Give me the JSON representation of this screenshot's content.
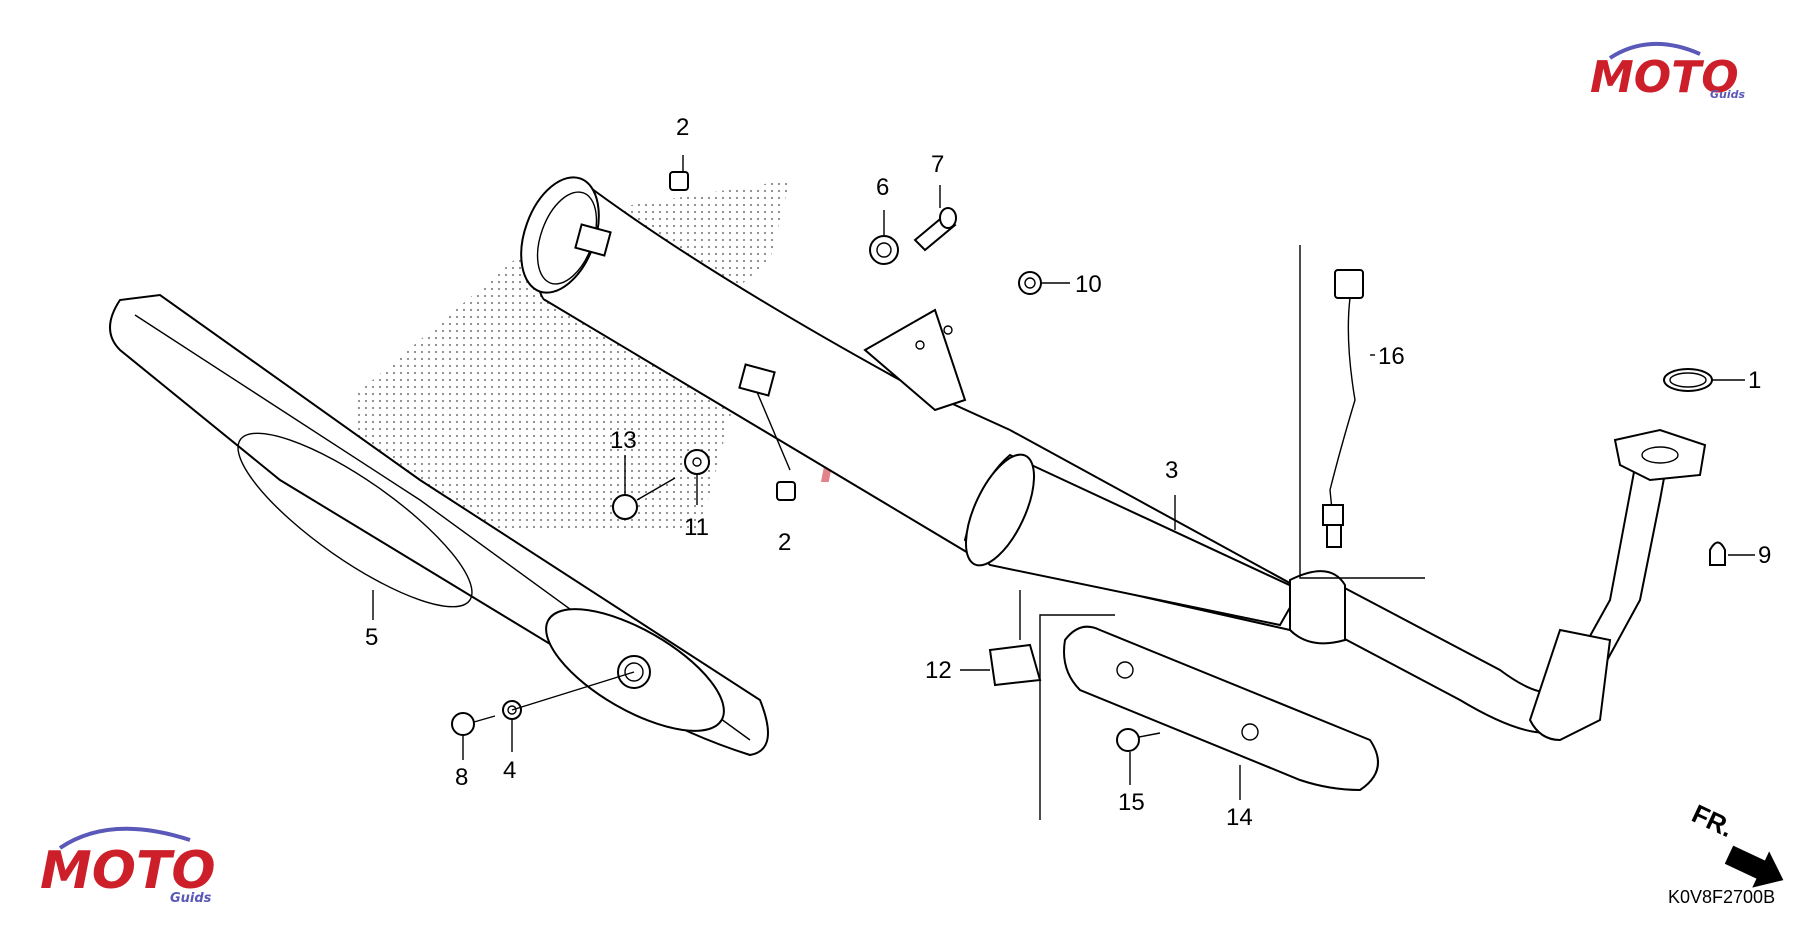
{
  "diagram": {
    "code": "K0V8F2700B",
    "front_marker": "FR.",
    "watermark": {
      "text": "MOTO",
      "subtext": "Guids",
      "color_primary": "#cc1f2a",
      "color_accent": "#5a58b8"
    },
    "callouts": [
      {
        "id": "c1",
        "label": "1"
      },
      {
        "id": "c2a",
        "label": "2"
      },
      {
        "id": "c2b",
        "label": "2"
      },
      {
        "id": "c3",
        "label": "3"
      },
      {
        "id": "c4",
        "label": "4"
      },
      {
        "id": "c5",
        "label": "5"
      },
      {
        "id": "c6",
        "label": "6"
      },
      {
        "id": "c7",
        "label": "7"
      },
      {
        "id": "c8",
        "label": "8"
      },
      {
        "id": "c9",
        "label": "9"
      },
      {
        "id": "c10",
        "label": "10"
      },
      {
        "id": "c11",
        "label": "11"
      },
      {
        "id": "c12",
        "label": "12"
      },
      {
        "id": "c13",
        "label": "13"
      },
      {
        "id": "c14",
        "label": "14"
      },
      {
        "id": "c15",
        "label": "15"
      },
      {
        "id": "c16",
        "label": "16"
      }
    ]
  }
}
